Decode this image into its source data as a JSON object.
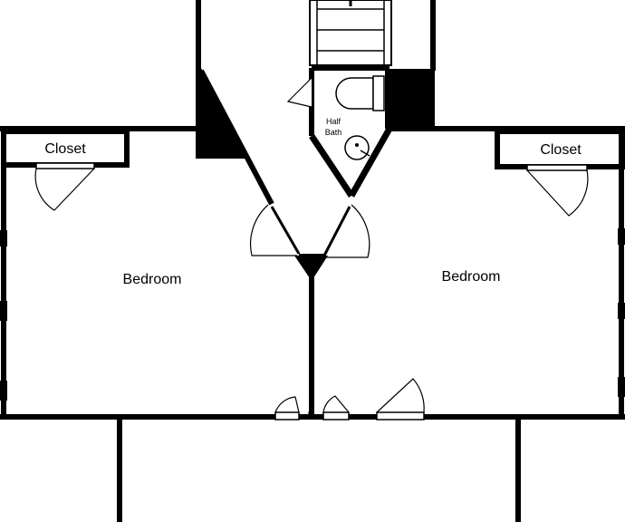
{
  "floorplan": {
    "rooms": {
      "bedroom_left": "Bedroom",
      "bedroom_right": "Bedroom",
      "closet_left": "Closet",
      "closet_right": "Closet",
      "half_bath_line1": "Half",
      "half_bath_line2": "Bath"
    }
  }
}
